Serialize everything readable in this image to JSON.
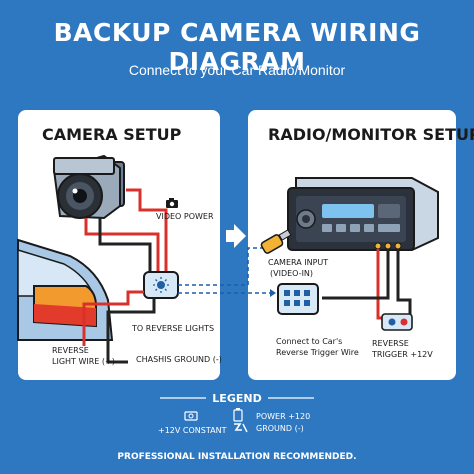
{
  "header": {
    "title": "BACKUP CAMERA WIRING DIAGRAM",
    "subtitle": "Connect to your Car Radio/Monitor"
  },
  "camera_panel": {
    "title": "CAMERA SETUP",
    "video_power": "VIDEO POWER",
    "to_reverse_lights": "TO REVERSE LIGHTS",
    "reverse_light_wire_1": "REVERSE",
    "reverse_light_wire_2": "LIGHT WIRE (+)",
    "chassis_ground": "CHASHIS GROUND (-)"
  },
  "radio_panel": {
    "title": "RADIO/MONITOR SETUP",
    "camera_input_1": "CAMERA INPUT",
    "camera_input_2": "(VIDEO-IN)",
    "connect_trigger_1": "Connect to Car's",
    "connect_trigger_2": "Reverse Trigger Wire",
    "reverse_trigger_1": "REVERSE",
    "reverse_trigger_2": "TRIGGER +12V"
  },
  "legend": {
    "title": "LEGEND",
    "item_constant": "+12V CONSTANT",
    "item_power": "POWER +120",
    "item_ground": "GROUND (-)"
  },
  "footer": "PROFESSIONAL INSTALLATION RECOMMENDED.",
  "colors": {
    "background": "#2e78c2",
    "panel": "#ffffff",
    "wire_red": "#d9302c",
    "wire_black": "#222222",
    "wire_dashed": "#1d5fa8"
  }
}
